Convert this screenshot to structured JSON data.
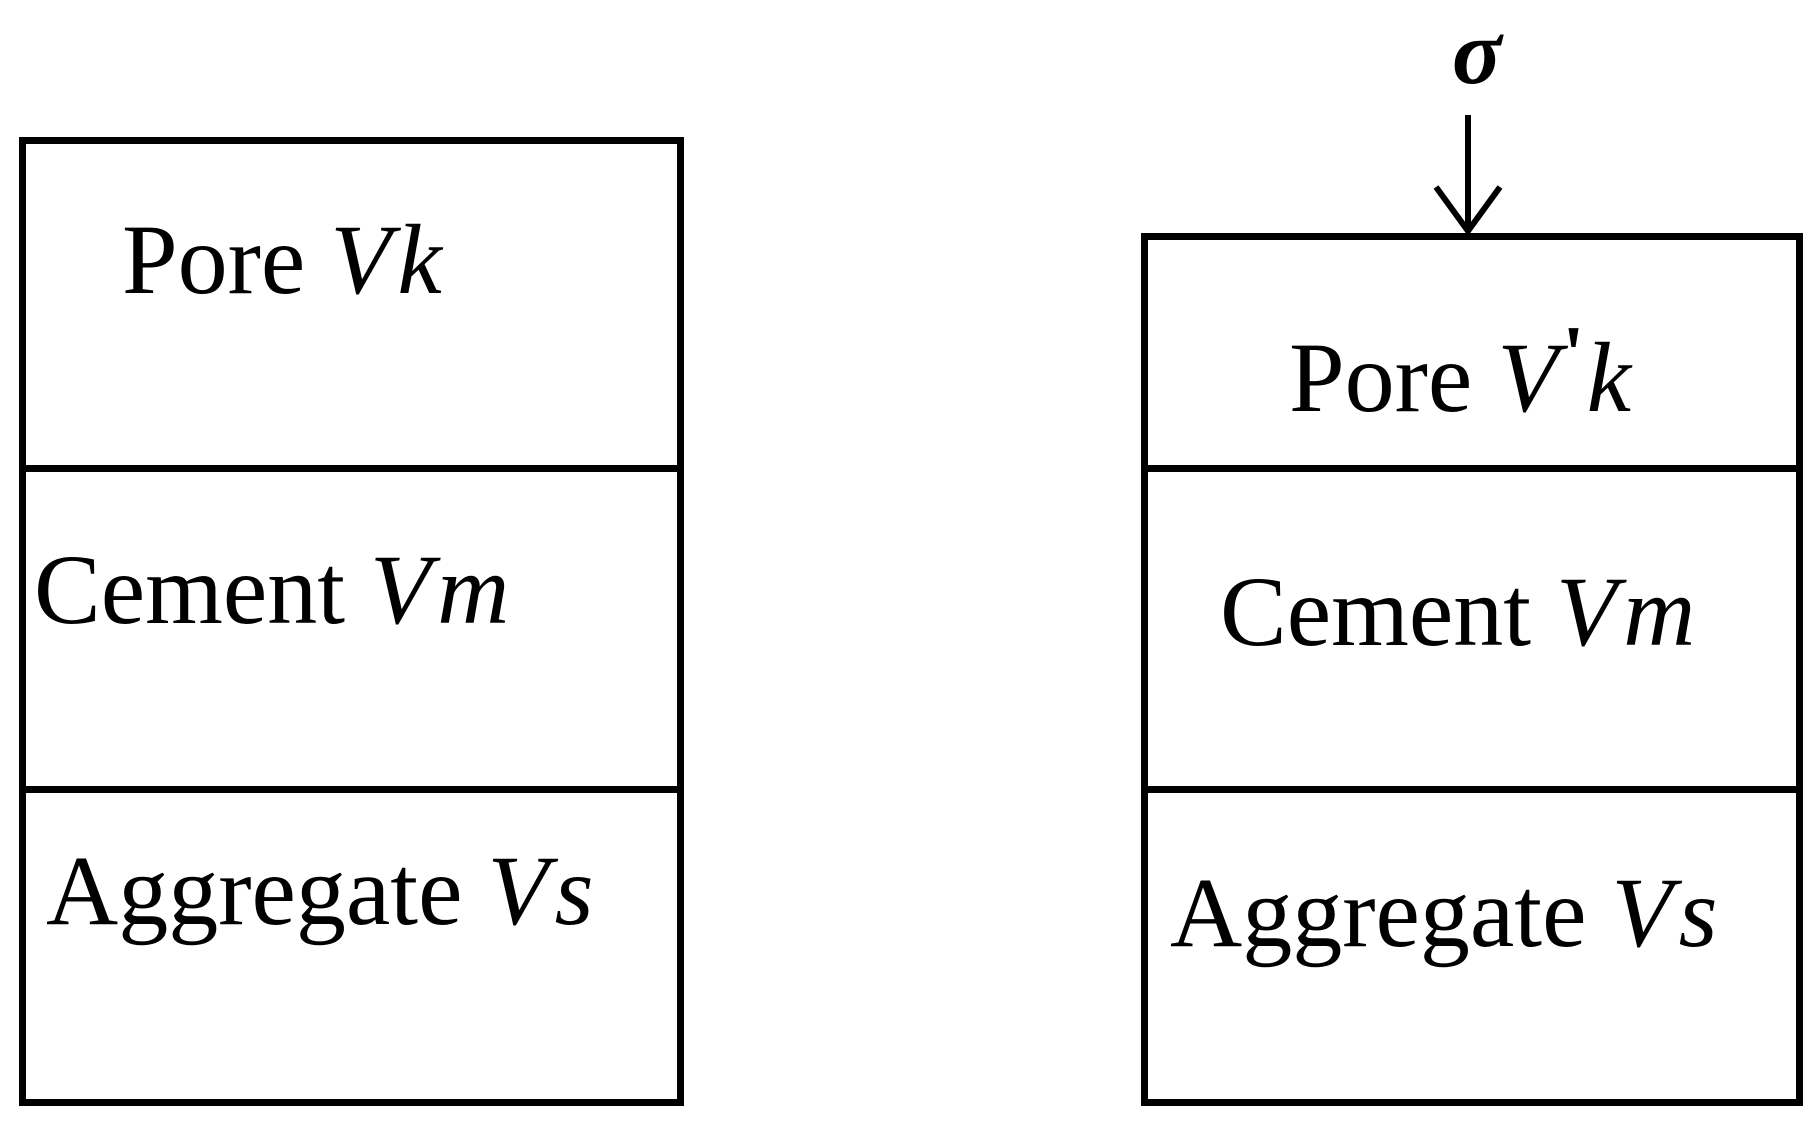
{
  "left_block": {
    "pore": {
      "word": "Pore",
      "symbol": "V",
      "sub": "k"
    },
    "cement": {
      "word": "Cement",
      "symbol": "V",
      "sub": "m"
    },
    "aggregate": {
      "word": "Aggregate",
      "symbol": "V",
      "sub": "s"
    }
  },
  "right_block": {
    "load": "σ",
    "pore": {
      "word": "Pore",
      "symbol": "V",
      "prime": "'",
      "sub": "k"
    },
    "cement": {
      "word": "Cement",
      "symbol": "V",
      "sub": "m"
    },
    "aggregate": {
      "word": "Aggregate",
      "symbol": "V",
      "sub": "s"
    }
  }
}
